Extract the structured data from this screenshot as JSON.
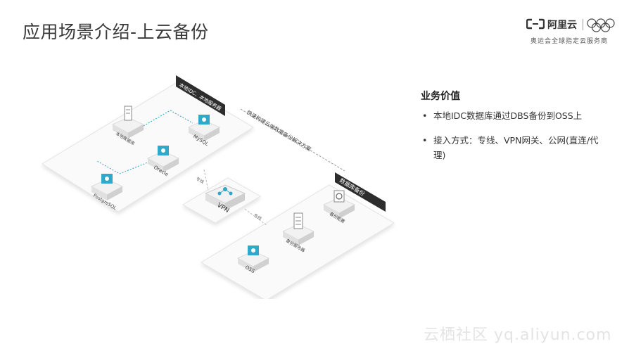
{
  "header": {
    "title": "应用场景介绍-上云备份"
  },
  "logo": {
    "name": "阿里云",
    "subtitle": "奥运会全球指定云服务商"
  },
  "diagram": {
    "local_zone_label": "本地IDC、本地服务器",
    "backup_zone_label": "数据库备份",
    "solution_label": "快速构建云端数据备份解决方案",
    "nodes": {
      "local_db": "本地数据库",
      "mysql": "MySQL",
      "oracle": "Oracle",
      "postgresql": "PostgreSQL",
      "vpn": "VPN",
      "backup_config": "备份配置",
      "backup_server": "备份服务器",
      "oss": "OSS"
    },
    "link_labels": {
      "vpn_link_1": "专线",
      "vpn_link_2": "专线"
    }
  },
  "value": {
    "title": "业务价值",
    "bullets": [
      "本地IDC数据库通过DBS备份到OSS上",
      "接入方式：专线、VPN网关、公网(直连/代理)"
    ]
  },
  "watermark": "云栖社区 yq.aliyun.com",
  "colors": {
    "accent": "#2fa8c9",
    "dark_label": "#2d2d2d",
    "zone_border": "#e2e2e2"
  }
}
